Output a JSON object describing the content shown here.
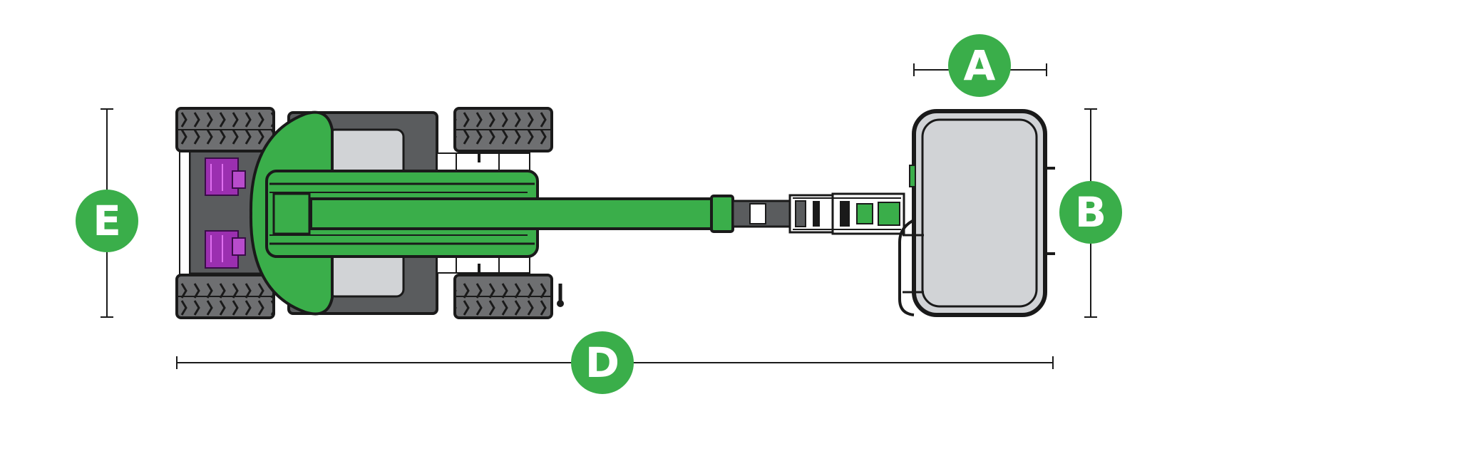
{
  "colors": {
    "accent_green": "#3aae4a",
    "outline": "#1a1a1a",
    "chassis_gray": "#5a5c5e",
    "panel_light_gray": "#d1d3d6",
    "tire_gray": "#6e6f71",
    "magenta_part": "#9b2fb0",
    "background": "#ffffff"
  },
  "dimension_labels": {
    "a": "A",
    "b": "B",
    "d": "D",
    "e": "E"
  }
}
